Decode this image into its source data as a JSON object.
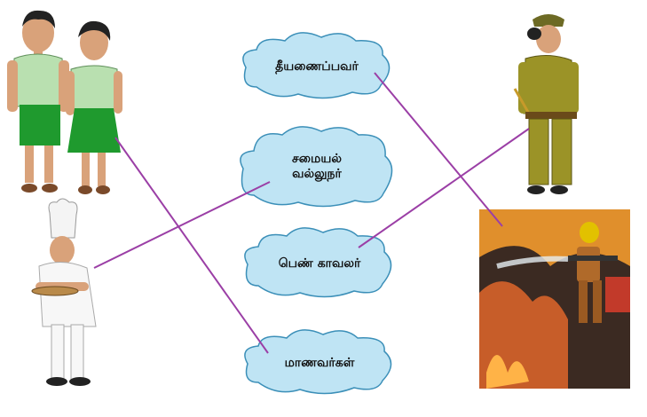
{
  "occupations": [
    {
      "id": "firefighter",
      "label": "தீயணைப்பவர்"
    },
    {
      "id": "cook",
      "label": "சமையல்\nவல்லுநர்"
    },
    {
      "id": "policewoman",
      "label": "பெண் காவலர்"
    },
    {
      "id": "students",
      "label": "மாணவர்கள்"
    }
  ],
  "matches": [
    {
      "from": "students-picture",
      "to": "students"
    },
    {
      "from": "cook-picture",
      "to": "cook"
    },
    {
      "from": "policewoman-picture",
      "to": "policewoman"
    },
    {
      "from": "firefighter-picture",
      "to": "firefighter"
    }
  ],
  "colors": {
    "cloud_fill": "#bfe4f4",
    "cloud_stroke": "#3b8fb8",
    "line": "#9b3fa6"
  }
}
